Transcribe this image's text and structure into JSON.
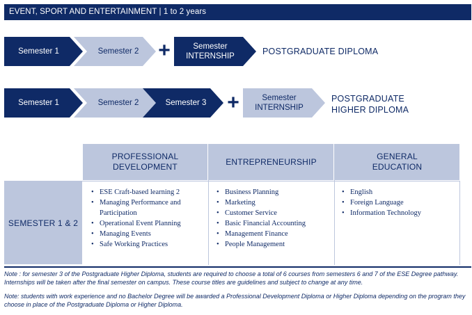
{
  "header": {
    "title": "EVENT, SPORT AND ENTERTAINMENT | 1 to 2 years"
  },
  "flow1": {
    "steps": [
      "Semester 1",
      "Semester 2"
    ],
    "plus": "+",
    "internship": [
      "Semester",
      "INTERNSHIP"
    ],
    "result": "POSTGRADUATE DIPLOMA"
  },
  "flow2": {
    "steps": [
      "Semester 1",
      "Semester 2",
      "Semester 3"
    ],
    "plus": "+",
    "internship": [
      "Semester",
      "INTERNSHIP"
    ],
    "result": [
      "POSTGRADUATE",
      "HIGHER DIPLOMA"
    ]
  },
  "table": {
    "columns": [
      {
        "title": [
          "PROFESSIONAL",
          "DEVELOPMENT"
        ],
        "items": [
          "ESE Craft-based learning 2",
          "Managing Performance and Participation",
          "Operational Event Planning",
          "Managing Events",
          "Safe Working Practices"
        ]
      },
      {
        "title": [
          "ENTREPRENEURSHIP"
        ],
        "items": [
          "Business Planning",
          "Marketing",
          "Customer Service",
          "Basic Financial Accounting",
          "Management Finance",
          "People Management"
        ]
      },
      {
        "title": [
          "GENERAL",
          "EDUCATION"
        ],
        "items": [
          "English",
          "Foreign Language",
          "Information Technology"
        ]
      }
    ],
    "row_label": "SEMESTER 1 & 2"
  },
  "notes": [
    "Note : for semester 3 of the Postgraduate Higher Diploma, students are required to choose a total of 6 courses from semesters 6 and 7 of the ESE Degree pathway. Internships will be taken after the final semester on campus. These course titles are guidelines and subject to change at any time.",
    "Note: students with work experience and no Bachelor Degree will be awarded a Professional Development Diploma or Higher Diploma depending on the program they choose in place of the Postgraduate Diploma or Higher Diploma."
  ],
  "colors": {
    "navy": "#0f2a66",
    "light": "#bcc6dd"
  }
}
